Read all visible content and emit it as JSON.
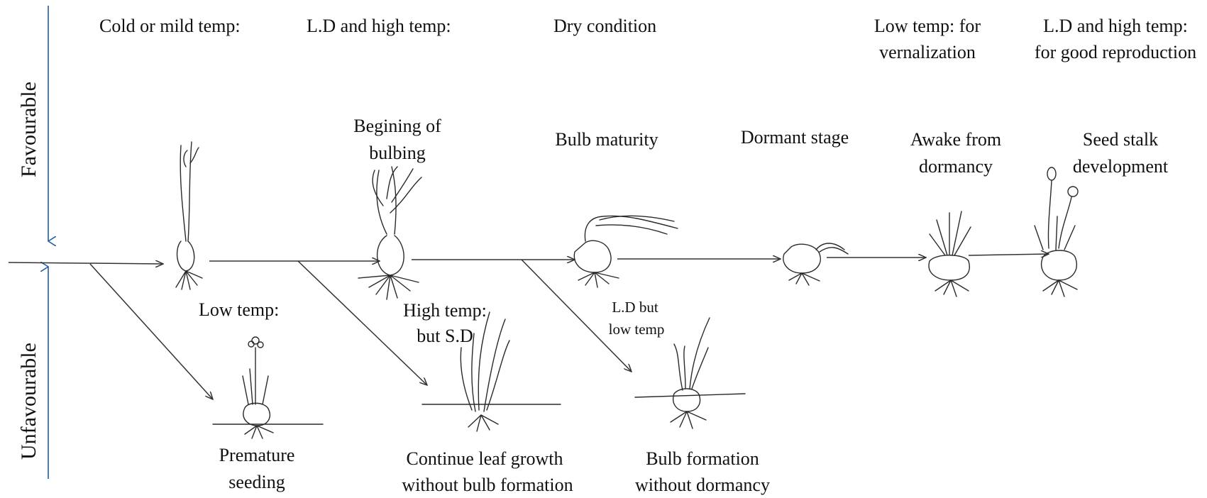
{
  "side_labels": {
    "favourable": "Favourable",
    "unfavourable": "Unfavourable"
  },
  "conditions": {
    "cold_mild": "Cold or mild  temp:",
    "ld_high": "L.D and high temp:",
    "dry": "Dry condition",
    "low_vern_1": "Low temp: for",
    "low_vern_2": "vernalization",
    "ld_repro_1": "L.D and high temp:",
    "ld_repro_2": "for good reproduction"
  },
  "stages": {
    "begin_1": "Begining of",
    "begin_2": "bulbing",
    "maturity": "Bulb maturity",
    "dormant": "Dormant stage",
    "awake_1": "Awake from",
    "awake_2": "dormancy",
    "stalk_1": "Seed stalk",
    "stalk_2": "development"
  },
  "unfavourable": {
    "low_temp": "Low temp:",
    "high_sd_1": "High temp:",
    "high_sd_2": "but S.D",
    "ld_low_1": "L.D but",
    "ld_low_2": "low temp",
    "premature_1": "Premature",
    "premature_2": "seeding",
    "leaf_1": "Continue leaf growth",
    "leaf_2": "without bulb formation",
    "bulbform_1": "Bulb formation",
    "bulbform_2": "without dormancy"
  },
  "colors": {
    "axis_arrow": "#1f5fa8",
    "ink": "#2a2a2a"
  }
}
